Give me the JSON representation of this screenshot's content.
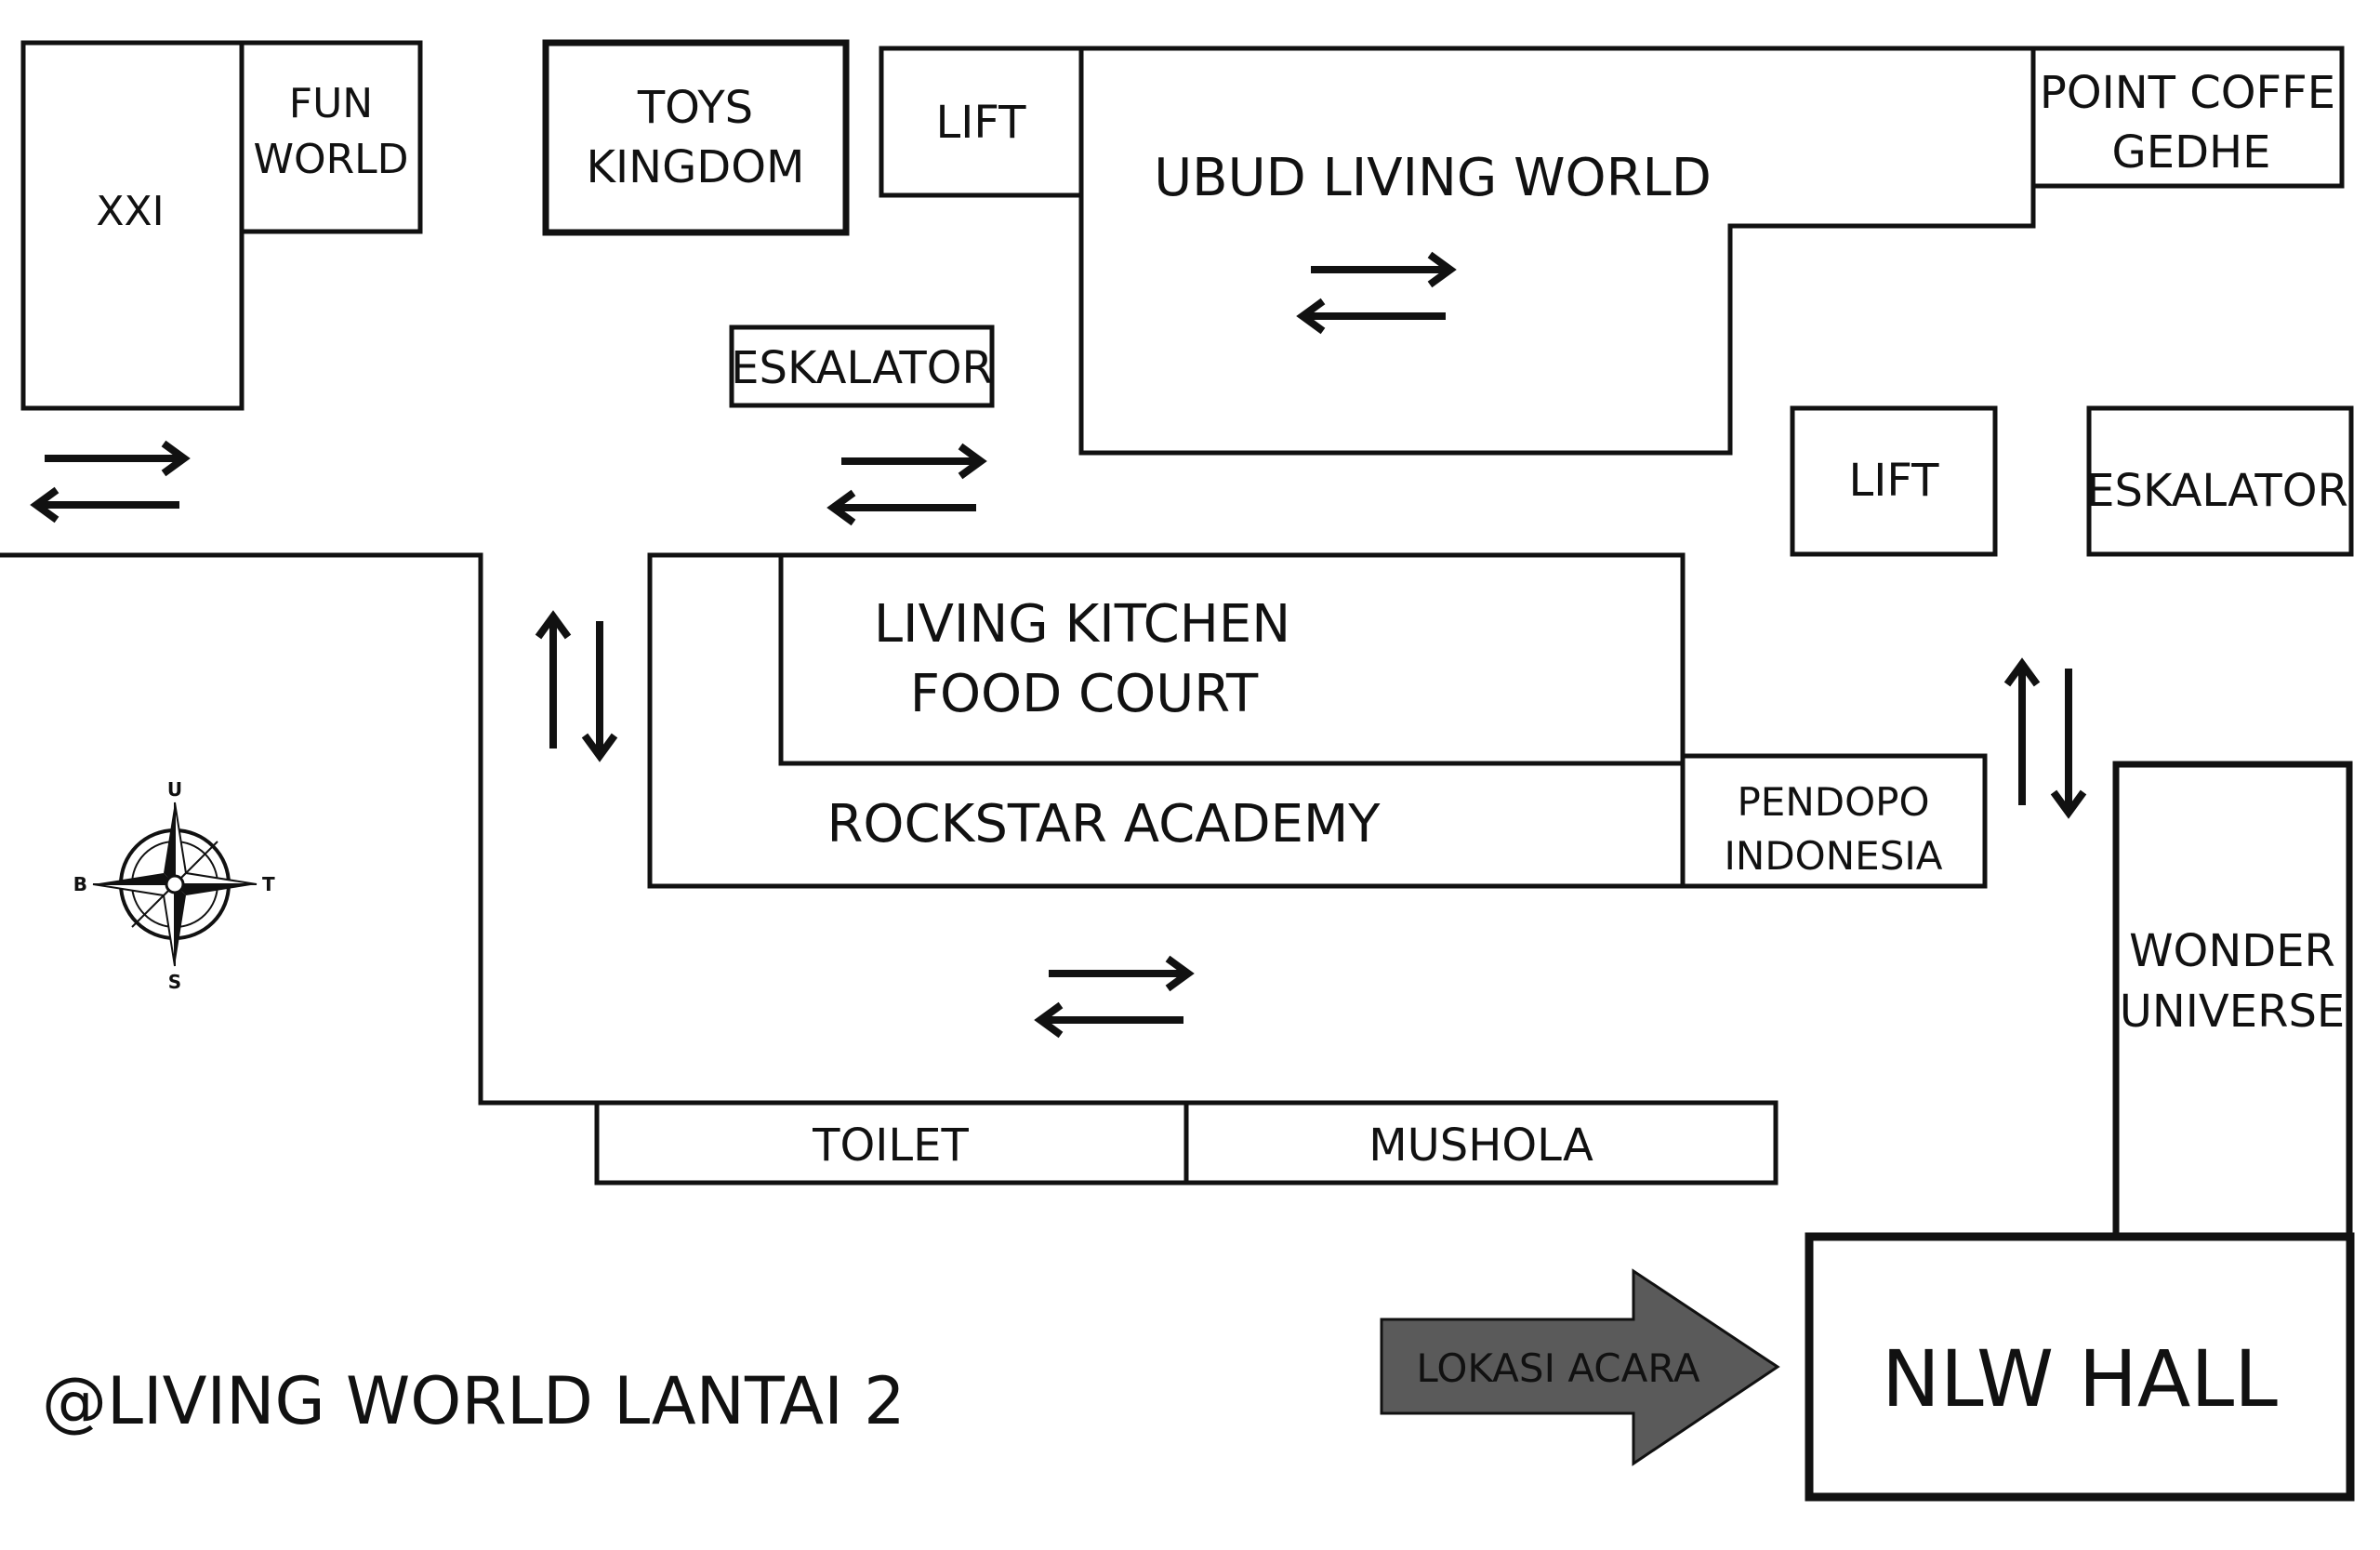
{
  "map_title": "@LIVING WORLD LANTAI 2",
  "rooms": {
    "xxi": "XXI",
    "fun_world": [
      "FUN",
      "WORLD"
    ],
    "toys_kingdom": [
      "TOYS",
      "KINGDOM"
    ],
    "lift_top": "LIFT",
    "ubud_living_world": "UBUD LIVING WORLD",
    "point_coffee": [
      "POINT COFFE",
      "GEDHE"
    ],
    "eskalator_left": "ESKALATOR",
    "lift_right": "LIFT",
    "eskalator_right": "ESKALATOR",
    "living_kitchen": [
      "LIVING KITCHEN",
      "FOOD COURT"
    ],
    "rockstar_academy": "ROCKSTAR ACADEMY",
    "pendopo_indonesia": [
      "PENDOPO",
      "INDONESIA"
    ],
    "wonder_universe": [
      "WONDER",
      "UNIVERSE"
    ],
    "toilet": "TOILET",
    "mushola": "MUSHOLA",
    "nlw_hall": "NLW HALL"
  },
  "event_pointer": "LOKASI ACARA",
  "compass": {
    "north": "U",
    "south": "S",
    "east": "T",
    "west": "B"
  },
  "colors": {
    "event_pointer_fill": "#5a5a5a",
    "line": "#111111",
    "background": "#ffffff"
  }
}
